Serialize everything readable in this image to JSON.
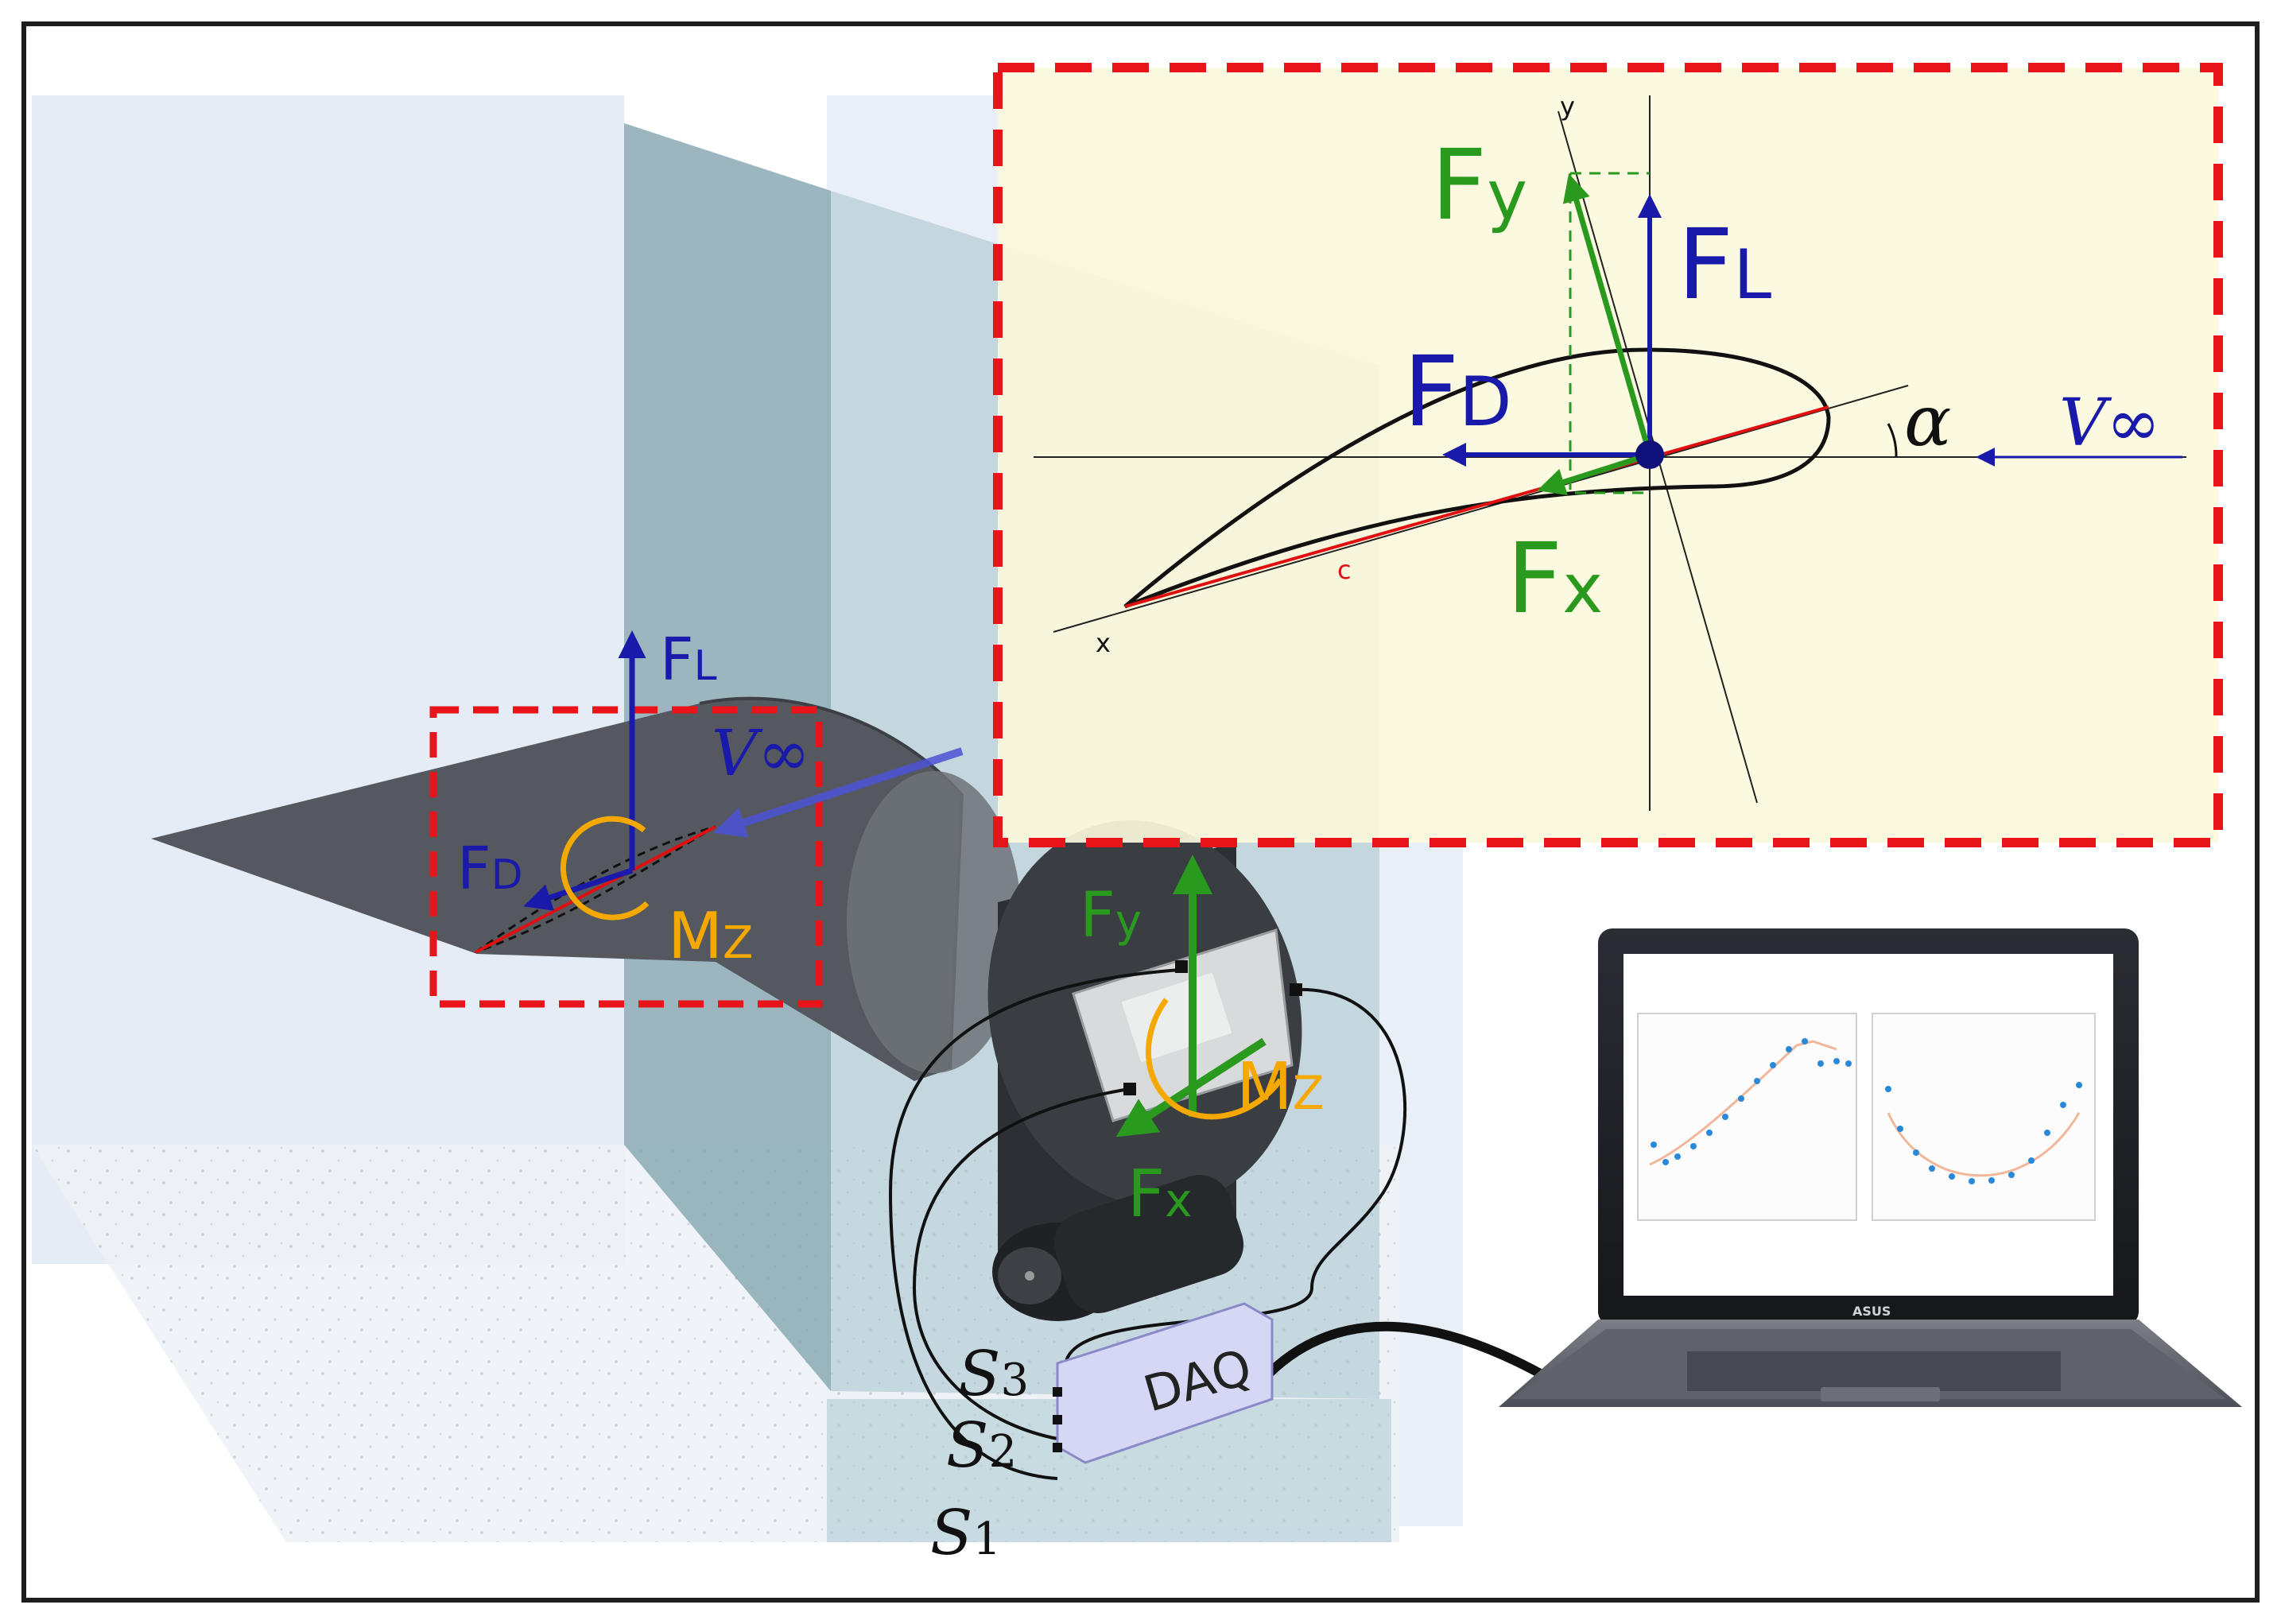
{
  "colors": {
    "lift_drag": "#1a1aaa",
    "body_forces": "#2a9a1e",
    "moment": "#f5a800",
    "chord": "#e01010",
    "callout_border": "#e8141a",
    "callout_fill": "#fbf8dc",
    "daq_fill": "#d6d6f5"
  },
  "inset": {
    "axis_y": "y",
    "axis_x": "x",
    "chord": "c",
    "fy": {
      "main": "F",
      "sub": "y"
    },
    "fl": {
      "main": "F",
      "sub": "L"
    },
    "fd": {
      "main": "F",
      "sub": "D"
    },
    "fx": {
      "main": "F",
      "sub": "x"
    },
    "alpha": "α",
    "vinf": "V∞"
  },
  "model": {
    "fl": {
      "main": "F",
      "sub": "L"
    },
    "fd": {
      "main": "F",
      "sub": "D"
    },
    "mz": {
      "main": "M",
      "sub": "Z"
    },
    "vinf": "V∞"
  },
  "balance": {
    "fy": {
      "main": "F",
      "sub": "y"
    },
    "mz": {
      "main": "M",
      "sub": "Z"
    },
    "fx": {
      "main": "F",
      "sub": "x"
    }
  },
  "sensors": {
    "s3": {
      "main": "S",
      "sub": "3"
    },
    "s2": {
      "main": "S",
      "sub": "2"
    },
    "s1": {
      "main": "S",
      "sub": "1"
    }
  },
  "daq": "DAQ",
  "laptop": {
    "brand": "ASUS"
  }
}
